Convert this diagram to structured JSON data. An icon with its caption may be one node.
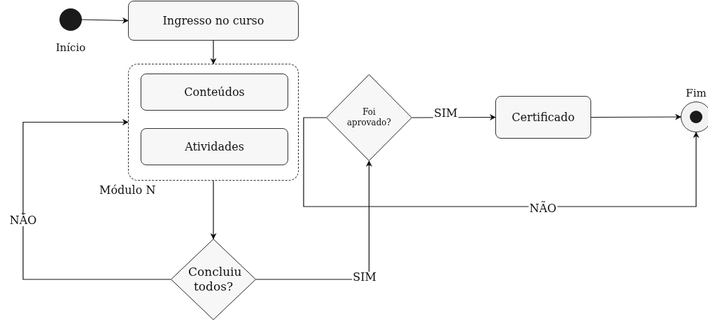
{
  "diagram": {
    "nodes": [
      {
        "text": [],
        "shape": "circle",
        "beside": [
          "Início"
        ]
      },
      {
        "text": [
          "Ingresso no curso"
        ]
      },
      {
        "text": [
          "Módulo N"
        ]
      },
      {
        "text": [
          "Conteúdos"
        ],
        "in": 2
      },
      {
        "text": [
          "Atividades"
        ],
        "in": 2
      },
      {
        "text": [
          "Concluiu todos?"
        ]
      },
      {
        "text": [
          "Foi aprovado?"
        ]
      },
      {
        "text": [
          "Certificado"
        ]
      },
      {
        "text": [],
        "shape": "bullseye",
        "beside": [
          "Fim"
        ]
      }
    ],
    "edges": [
      {
        "from": 0,
        "to": 1,
        "arrow": "to"
      },
      {
        "from": 1,
        "to": 2,
        "arrow": "to"
      },
      {
        "from": 2,
        "to": 5,
        "arrow": "to"
      },
      {
        "from": 5,
        "to": 2,
        "arrow": "to",
        "label": "NÃO"
      },
      {
        "from": 5,
        "to": 6,
        "arrow": "to",
        "label": "SIM"
      },
      {
        "from": 6,
        "to": 7,
        "arrow": "to",
        "label": "SIM"
      },
      {
        "from": 7,
        "to": 8,
        "arrow": "to"
      },
      {
        "from": 6,
        "to": 8,
        "arrow": "to",
        "label": "NÃO"
      }
    ]
  }
}
